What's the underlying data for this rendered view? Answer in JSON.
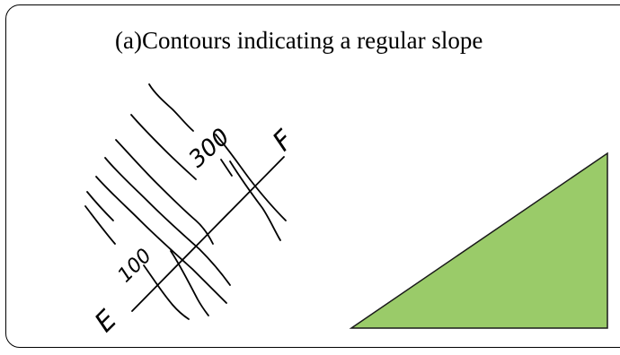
{
  "title": "(a)Contours indicating a regular slope",
  "contour_labels": {
    "upper": "300",
    "lower": "100"
  },
  "section_labels": {
    "start": "E",
    "end": "F"
  },
  "colors": {
    "slope_fill": "#9acb69",
    "slope_stroke": "#1a1a1a",
    "lines": "#000000"
  }
}
